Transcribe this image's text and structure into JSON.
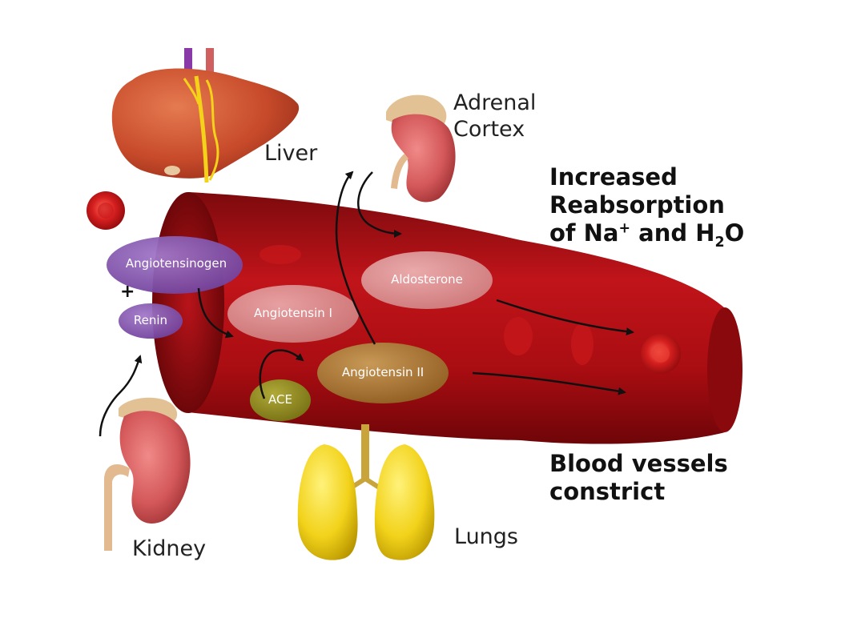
{
  "labels": {
    "liver": "Liver",
    "adrenal_line1": "Adrenal",
    "adrenal_line2": "Cortex",
    "kidney": "Kidney",
    "lungs": "Lungs"
  },
  "effects": {
    "reabsorption_line1": "Increased",
    "reabsorption_line2": "Reabsorption",
    "reabsorption_line3_a": "of Na",
    "reabsorption_line3_sup": "+",
    "reabsorption_line3_b": " and H",
    "reabsorption_line3_sub": "2",
    "reabsorption_line3_c": "O",
    "constrict_line1": "Blood vessels",
    "constrict_line2": "constrict"
  },
  "molecules": {
    "angiotensinogen": "Angiotensinogen",
    "plus": "+",
    "renin": "Renin",
    "angiotensin_1": "Angiotensin I",
    "ace": "ACE",
    "angiotensin_2": "Angiotensin II",
    "aldosterone": "Aldosterone"
  },
  "colors": {
    "vessel": "#b50d12",
    "vessel_dark": "#7a0508",
    "organ_red": "#c94a2c",
    "kidney_pink": "#d85a5c",
    "adrenal_tan": "#e6c79a",
    "lung_yellow": "#f2d21a",
    "angiotensinogen": "#7b4aa8",
    "renin": "#8f55b0",
    "angiotensin_1": "#e8a8a8",
    "angiotensin_2": "#a9792a",
    "ace": "#8a8a1a",
    "aldosterone": "#e8b4b4"
  }
}
